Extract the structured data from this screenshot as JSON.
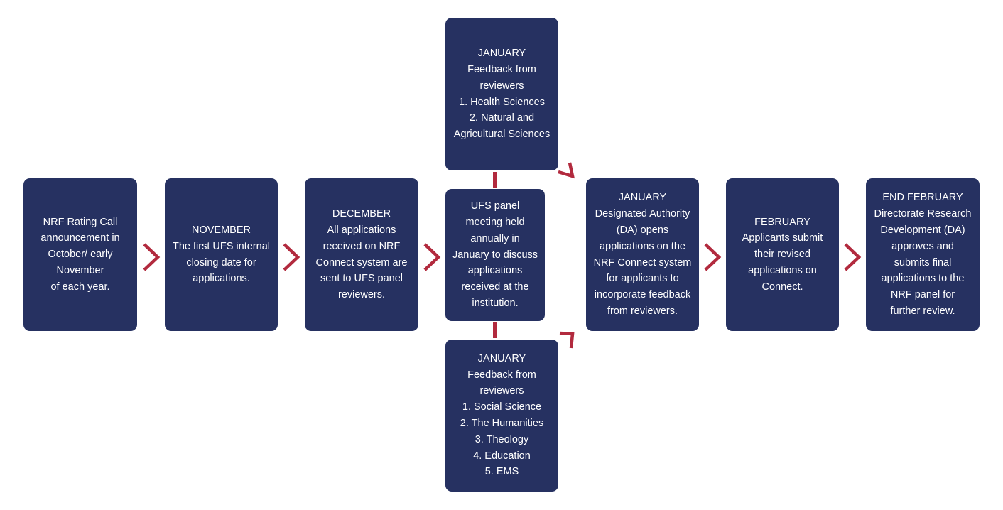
{
  "boxes": {
    "nrf_call": {
      "lines": [
        "NRF Rating Call",
        "announcement in",
        "October/ early",
        "November",
        "of each year."
      ]
    },
    "november": {
      "lines": [
        "NOVEMBER",
        "The first UFS internal",
        "closing date for",
        "applications."
      ]
    },
    "december": {
      "lines": [
        "DECEMBER",
        "All applications",
        "received on NRF",
        "Connect system are",
        "sent to UFS panel",
        "reviewers."
      ]
    },
    "jan_feedback_top": {
      "lines": [
        "JANUARY",
        "Feedback from",
        "reviewers",
        "1. Health Sciences",
        "2. Natural and",
        "Agricultural Sciences"
      ]
    },
    "ufs_panel": {
      "lines": [
        "UFS panel",
        "meeting held",
        "annually in",
        "January to discuss",
        "applications",
        "received at the",
        "institution."
      ]
    },
    "jan_feedback_bottom": {
      "lines": [
        "JANUARY",
        "Feedback from",
        "reviewers",
        "1. Social Science",
        "2. The Humanities",
        "3. Theology",
        "4. Education",
        "5. EMS"
      ]
    },
    "jan_da": {
      "lines": [
        "JANUARY",
        "Designated Authority",
        "(DA) opens",
        "applications on the",
        "NRF Connect system",
        "for applicants to",
        "incorporate feedback",
        "from reviewers."
      ]
    },
    "february": {
      "lines": [
        "FEBRUARY",
        "Applicants submit",
        "their revised",
        "applications on",
        "Connect."
      ]
    },
    "end_february": {
      "lines": [
        "END FEBRUARY",
        "Directorate Research",
        "Development (DA)",
        "approves and",
        "submits final",
        "applications to the",
        "NRF panel for",
        "further review."
      ]
    }
  },
  "colors": {
    "box_fill": "#263161",
    "box_text": "#ffffff",
    "arrow": "#b22a3e"
  },
  "icons": {
    "flow_arrow": "chevron-right-icon",
    "diagonal_arrow": "corner-arrow-icon"
  }
}
